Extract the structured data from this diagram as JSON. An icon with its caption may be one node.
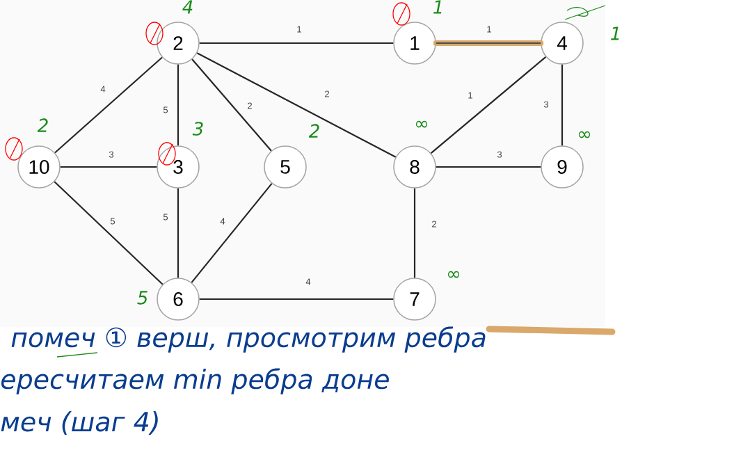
{
  "diagram": {
    "nodes": [
      {
        "text": [
          "2"
        ],
        "beside": [
          "4"
        ]
      },
      {
        "text": [
          "1"
        ],
        "beside": [
          "1"
        ]
      },
      {
        "text": [
          "4"
        ],
        "beside": [
          "1"
        ]
      },
      {
        "text": [
          "10"
        ],
        "beside": [
          "2"
        ]
      },
      {
        "text": [
          "3"
        ],
        "beside": [
          "3"
        ]
      },
      {
        "text": [
          "5"
        ],
        "beside": [
          "2"
        ]
      },
      {
        "text": [
          "8"
        ],
        "beside": [
          "∞"
        ]
      },
      {
        "text": [
          "9"
        ],
        "beside": [
          "∞"
        ]
      },
      {
        "text": [
          "6"
        ],
        "beside": [
          "5"
        ]
      },
      {
        "text": [
          "7"
        ],
        "beside": [
          "∞"
        ]
      }
    ],
    "edges": [
      {
        "from": 0,
        "to": 1,
        "arrow": "none",
        "label": "1"
      },
      {
        "from": 1,
        "to": 2,
        "arrow": "none",
        "label": "1",
        "style": "thick",
        "color": "#d9a86a"
      },
      {
        "from": 0,
        "to": 3,
        "arrow": "none",
        "label": "4"
      },
      {
        "from": 0,
        "to": 4,
        "arrow": "none",
        "label": "5"
      },
      {
        "from": 0,
        "to": 5,
        "arrow": "none",
        "label": "2"
      },
      {
        "from": 0,
        "to": 6,
        "arrow": "none",
        "label": "2"
      },
      {
        "from": 2,
        "to": 6,
        "arrow": "none",
        "label": "1"
      },
      {
        "from": 2,
        "to": 7,
        "arrow": "none",
        "label": "3"
      },
      {
        "from": 3,
        "to": 4,
        "arrow": "none",
        "label": "3"
      },
      {
        "from": 6,
        "to": 7,
        "arrow": "none",
        "label": "3"
      },
      {
        "from": 3,
        "to": 8,
        "arrow": "none",
        "label": "5"
      },
      {
        "from": 4,
        "to": 8,
        "arrow": "none",
        "label": "5"
      },
      {
        "from": 5,
        "to": 8,
        "arrow": "none",
        "label": "4"
      },
      {
        "from": 6,
        "to": 9,
        "arrow": "none",
        "label": "2"
      },
      {
        "from": 8,
        "to": 9,
        "arrow": "none",
        "label": "4"
      }
    ],
    "labels": [
      "помеч ① верш, просмотрим ребра",
      "ересчитаем min ребра доне",
      "меч (шаг 4)"
    ]
  }
}
